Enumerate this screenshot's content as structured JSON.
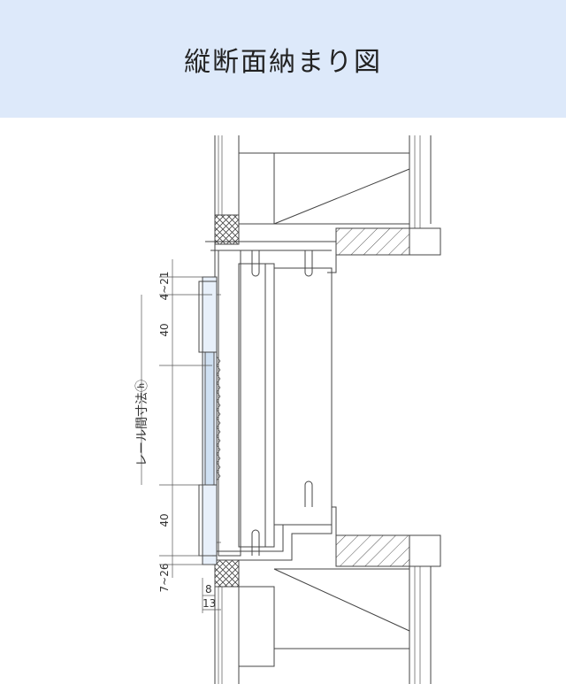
{
  "title": "縦断面納まり図",
  "dimensions": {
    "top_gap": "4~21",
    "top_rail": "40",
    "rail_spacing": "レール間寸法ⓗ",
    "bottom_rail": "40",
    "bottom_gap": "7~26",
    "depth_8": "8",
    "depth_13": "13"
  },
  "colors": {
    "header_bg": "#dde9fa",
    "glass": "#cfe0f2",
    "line": "#444444"
  }
}
